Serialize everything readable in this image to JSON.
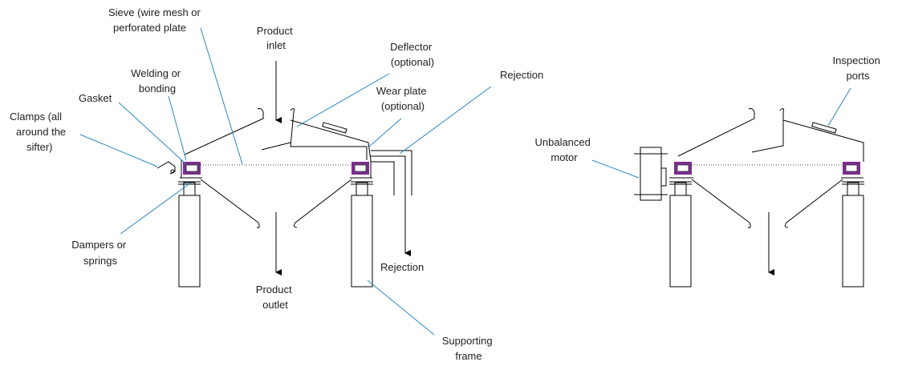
{
  "labels": {
    "sieve": [
      "Sieve (wire mesh or",
      "perforated plate"
    ],
    "product_inlet": [
      "Product",
      "inlet"
    ],
    "deflector": [
      "Deflector",
      "(optional)"
    ],
    "welding": [
      "Welding or",
      "bonding"
    ],
    "gasket": [
      "Gasket"
    ],
    "clamps": [
      "Clamps (all",
      "around the",
      "sifter)"
    ],
    "wear_plate": [
      "Wear plate",
      "(optional)"
    ],
    "rejection_top": [
      "Rejection"
    ],
    "rejection_bottom": [
      "Rejection"
    ],
    "dampers": [
      "Dampers or",
      "springs"
    ],
    "product_outlet": [
      "Product",
      "outlet"
    ],
    "supporting_frame": [
      "Supporting",
      "frame"
    ],
    "unbalanced_motor": [
      "Unbalanced",
      "motor"
    ],
    "inspection_ports": [
      "Inspection",
      "ports"
    ]
  },
  "colors": {
    "leader": "#2a86c4",
    "seal": "#7a2e8e"
  }
}
